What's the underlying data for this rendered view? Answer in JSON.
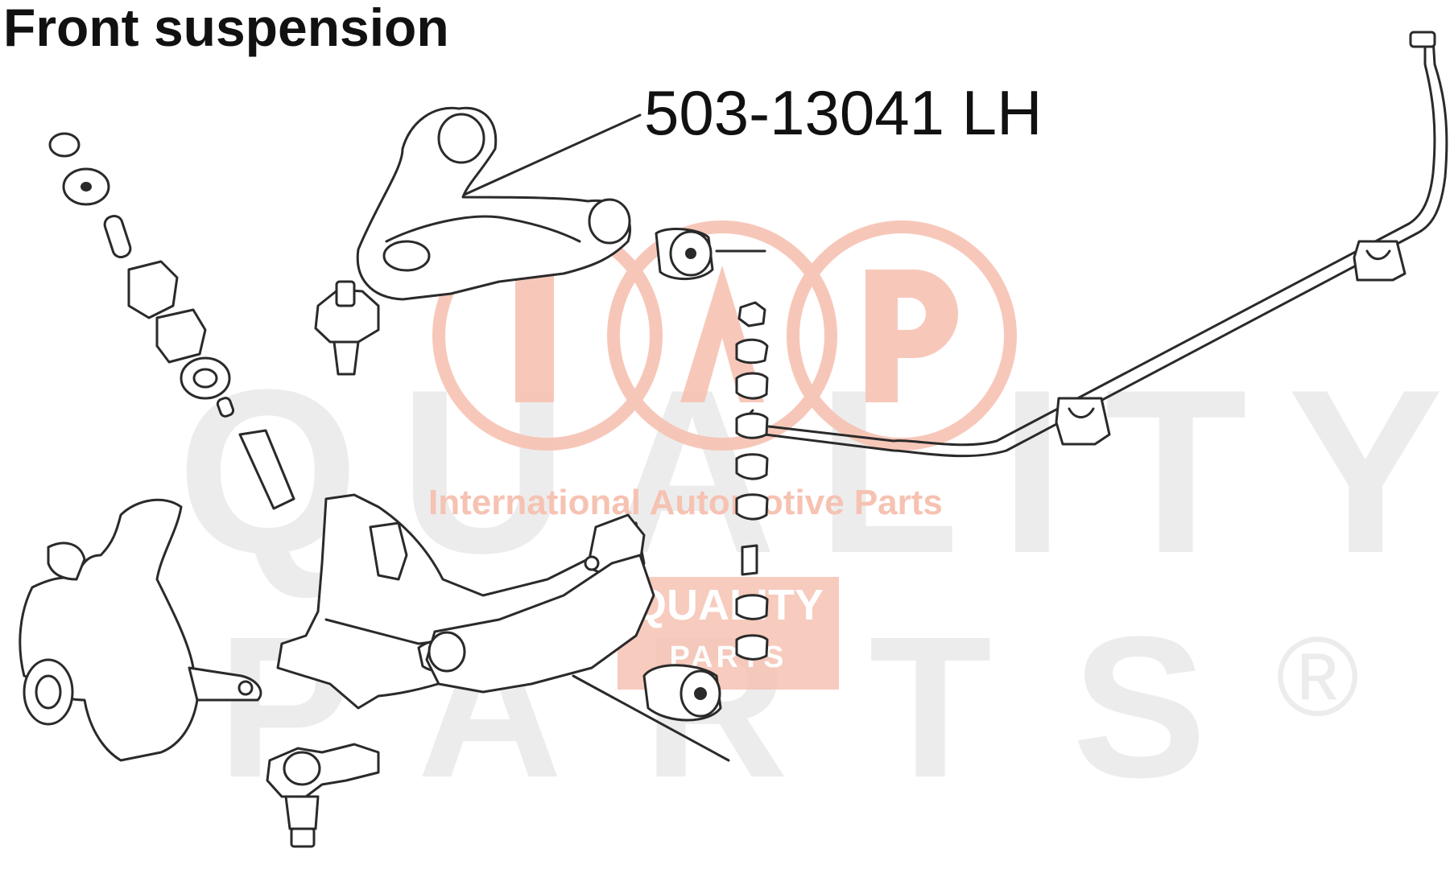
{
  "diagram": {
    "title": "Front suspension",
    "part_label": "503-13041 LH"
  },
  "watermark": {
    "logo_text": "IAP",
    "tagline": "International Automotive Parts",
    "badge_line1": "QUALITY",
    "badge_line2": "PARTS",
    "background_word1": "QUALITY",
    "background_word2": "PARTS",
    "registered_mark": "®",
    "color": "#f6c2b2"
  },
  "colors": {
    "line_art": "#2a2a2a",
    "watermark_gray": "#ececec",
    "brand_salmon": "#f6c2b2"
  }
}
